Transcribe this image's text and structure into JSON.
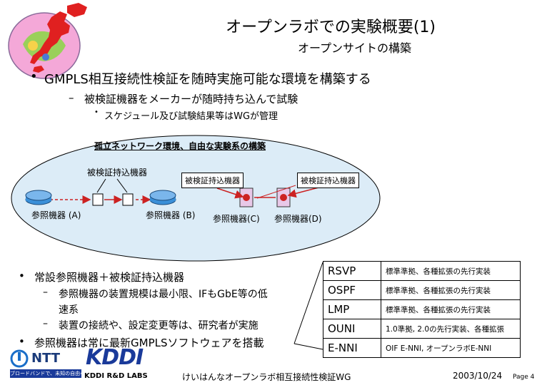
{
  "header": {
    "title": "オープンラボでの実験概要(1)",
    "subtitle": "オープンサイトの構築"
  },
  "bullets_top": {
    "level1": "GMPLS相互接続性検証を随時実施可能な環境を構築する",
    "level2": "被検証機器をメーカーが随時持ち込んで試験",
    "level3": "スケジュール及び試験結果等はWGが管理"
  },
  "diagram": {
    "heading": "孤立ネットワーク環境、自由な実験系の構築",
    "device_under_test_label": "被検証持込機器",
    "box_label_1": "被検証持込機器",
    "box_label_2": "被検証持込機器",
    "ref_a": "参照機器 (A)",
    "ref_b": "参照機器 (B)",
    "ref_c": "参照機器(C)",
    "ref_d": "参照機器(D)"
  },
  "bullets_bottom": {
    "item1": "常設参照機器＋被検証持込機器",
    "item1_sub1_line1": "参照機器の装置規模は最小限、IFもGbE等の低",
    "item1_sub1_line2": "速系",
    "item1_sub2": "装置の接続や、設定変更等は、研究者が実施",
    "item2": "参照機器は常に最新GMPLSソフトウェアを搭載"
  },
  "protocols": [
    {
      "name": "RSVP",
      "desc": "標準準拠、各種拡張の先行実装"
    },
    {
      "name": "OSPF",
      "desc": "標準準拠、各種拡張の先行実装"
    },
    {
      "name": "LMP",
      "desc": "標準準拠、各種拡張の先行実装"
    },
    {
      "name": "OUNI",
      "desc": "1.0準拠, 2.0の先行実装、各種拡張"
    },
    {
      "name": "E-NNI",
      "desc": "OIF E-NNI, オープンラボE-NNI"
    }
  ],
  "footer": {
    "center": "けいはんなオープンラボ相互接続性検証WG",
    "date": "2003/10/24",
    "page": "Page 4"
  },
  "logos": {
    "ntt": "NTT",
    "ntt_tagline": "ブロードバンドで、未知の自由へ。",
    "kddi": "KDDI",
    "kddi_lab": "KDDI R&D LABS"
  },
  "colors": {
    "router_blue": "#3a8fd8",
    "arrow_red": "#cc2222",
    "japan_red": "#e02020",
    "ellipse_fill": "#dcecf7",
    "kddi_blue": "#1a3a9a"
  }
}
